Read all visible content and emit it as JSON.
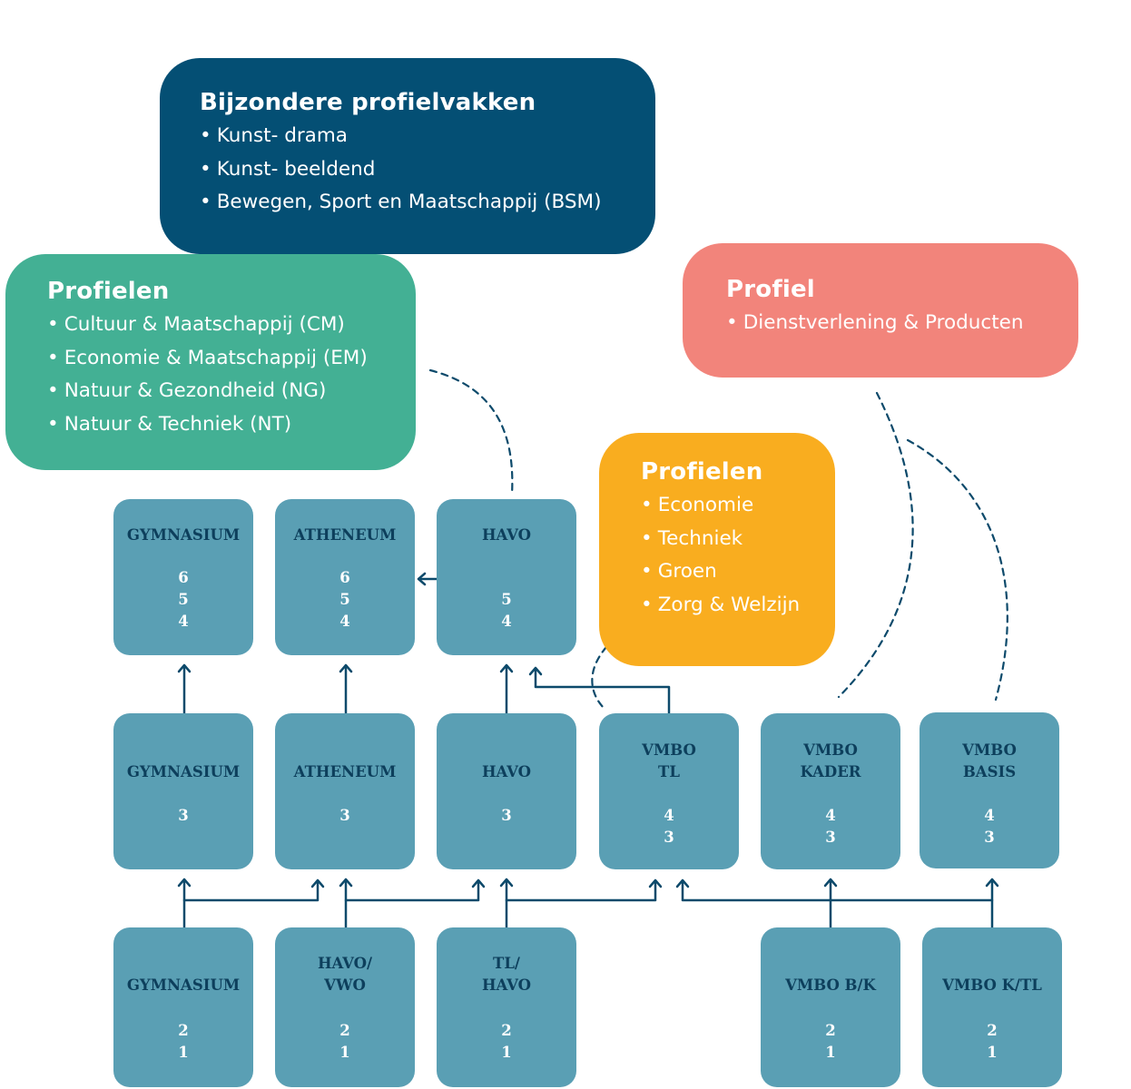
{
  "callouts": {
    "bijzondere": {
      "title": "Bijzondere profielvakken",
      "items": [
        "Kunst- drama",
        "Kunst- beeldend",
        "Bewegen, Sport en Maatschappij (BSM)"
      ]
    },
    "profielen_green": {
      "title": "Profielen",
      "items": [
        "Cultuur & Maatschappij (CM)",
        "Economie & Maatschappij (EM)",
        "Natuur & Gezondheid (NG)",
        "Natuur & Techniek (NT)"
      ]
    },
    "profiel_red": {
      "title": "Profiel",
      "items": [
        "Dienstverlening & Producten"
      ]
    },
    "profielen_yellow": {
      "title": "Profielen",
      "items": [
        "Economie",
        "Techniek",
        "Groen",
        "Zorg & Welzijn"
      ]
    }
  },
  "boxes": {
    "top": [
      {
        "label": "GYMNASIUM",
        "years": "6\n5\n4"
      },
      {
        "label": "ATHENEUM",
        "years": "6\n5\n4"
      },
      {
        "label": "HAVO",
        "years": "5\n4"
      }
    ],
    "middle": [
      {
        "label": "GYMNASIUM",
        "years": "3"
      },
      {
        "label": "ATHENEUM",
        "years": "3"
      },
      {
        "label": "HAVO",
        "years": "3"
      },
      {
        "label": "VMBO\nTL",
        "years": "4\n3"
      },
      {
        "label": "VMBO\nKADER",
        "years": "4\n3"
      },
      {
        "label": "VMBO\nBASIS",
        "years": "4\n3"
      }
    ],
    "bottom": [
      {
        "label": "GYMNASIUM",
        "years": "2\n1"
      },
      {
        "label": "HAVO/\nVWO",
        "years": "2\n1"
      },
      {
        "label": "TL/\nHAVO",
        "years": "2\n1"
      },
      {
        "label": "VMBO B/K",
        "years": "2\n1"
      },
      {
        "label": "VMBO K/TL",
        "years": "2\n1"
      }
    ]
  },
  "colors": {
    "navy": "#044f74",
    "green": "#43b094",
    "red": "#f2847b",
    "yellow": "#f9ad1f",
    "box": "#5a9fb4",
    "line": "#0d4a6b"
  }
}
